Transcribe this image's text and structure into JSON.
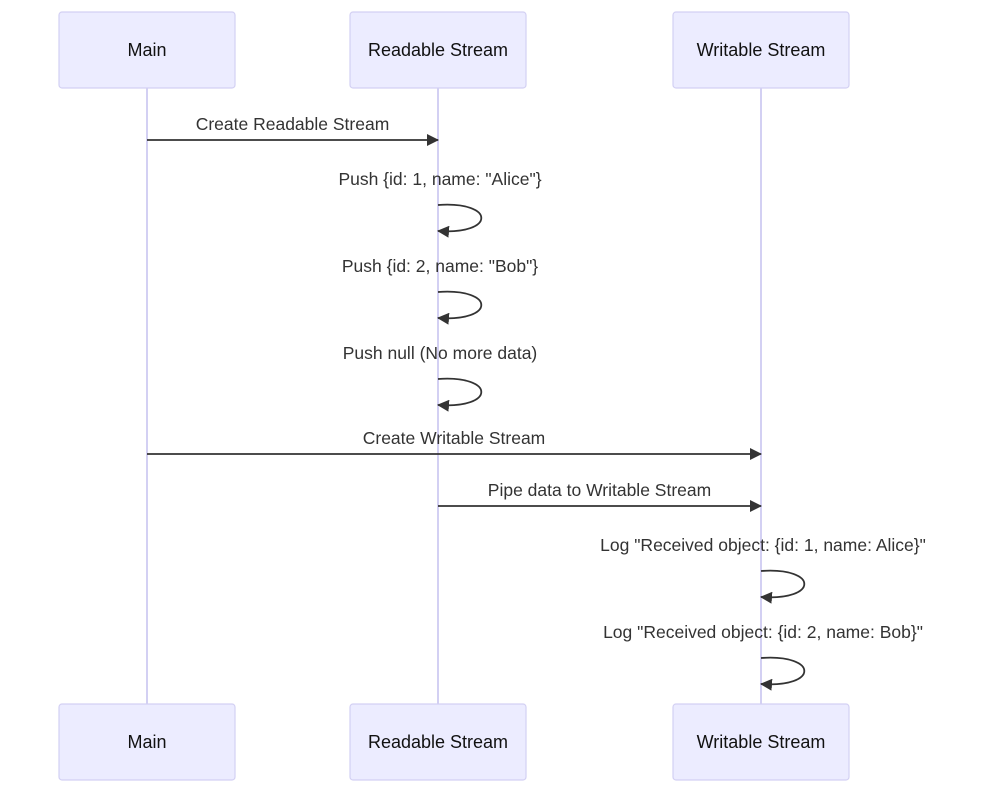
{
  "diagram": {
    "type": "sequence",
    "participants": [
      {
        "id": "main",
        "label": "Main"
      },
      {
        "id": "readable",
        "label": "Readable Stream"
      },
      {
        "id": "writable",
        "label": "Writable Stream"
      }
    ],
    "messages": [
      {
        "from": "main",
        "to": "readable",
        "label": "Create Readable Stream"
      },
      {
        "from": "readable",
        "to": "readable",
        "label": "Push {id: 1, name: \"Alice\"}"
      },
      {
        "from": "readable",
        "to": "readable",
        "label": "Push {id: 2, name: \"Bob\"}"
      },
      {
        "from": "readable",
        "to": "readable",
        "label": "Push null (No more data)"
      },
      {
        "from": "main",
        "to": "writable",
        "label": "Create Writable Stream"
      },
      {
        "from": "readable",
        "to": "writable",
        "label": "Pipe data to Writable Stream"
      },
      {
        "from": "writable",
        "to": "writable",
        "label": "Log \"Received object: {id: 1, name: Alice}\""
      },
      {
        "from": "writable",
        "to": "writable",
        "label": "Log \"Received object: {id: 2, name: Bob}\""
      }
    ],
    "colors": {
      "actor_fill": "#ececff",
      "actor_stroke": "#d3d0f3",
      "lifeline": "#d3d0f3",
      "arrow": "#333333",
      "text": "#333333"
    }
  }
}
